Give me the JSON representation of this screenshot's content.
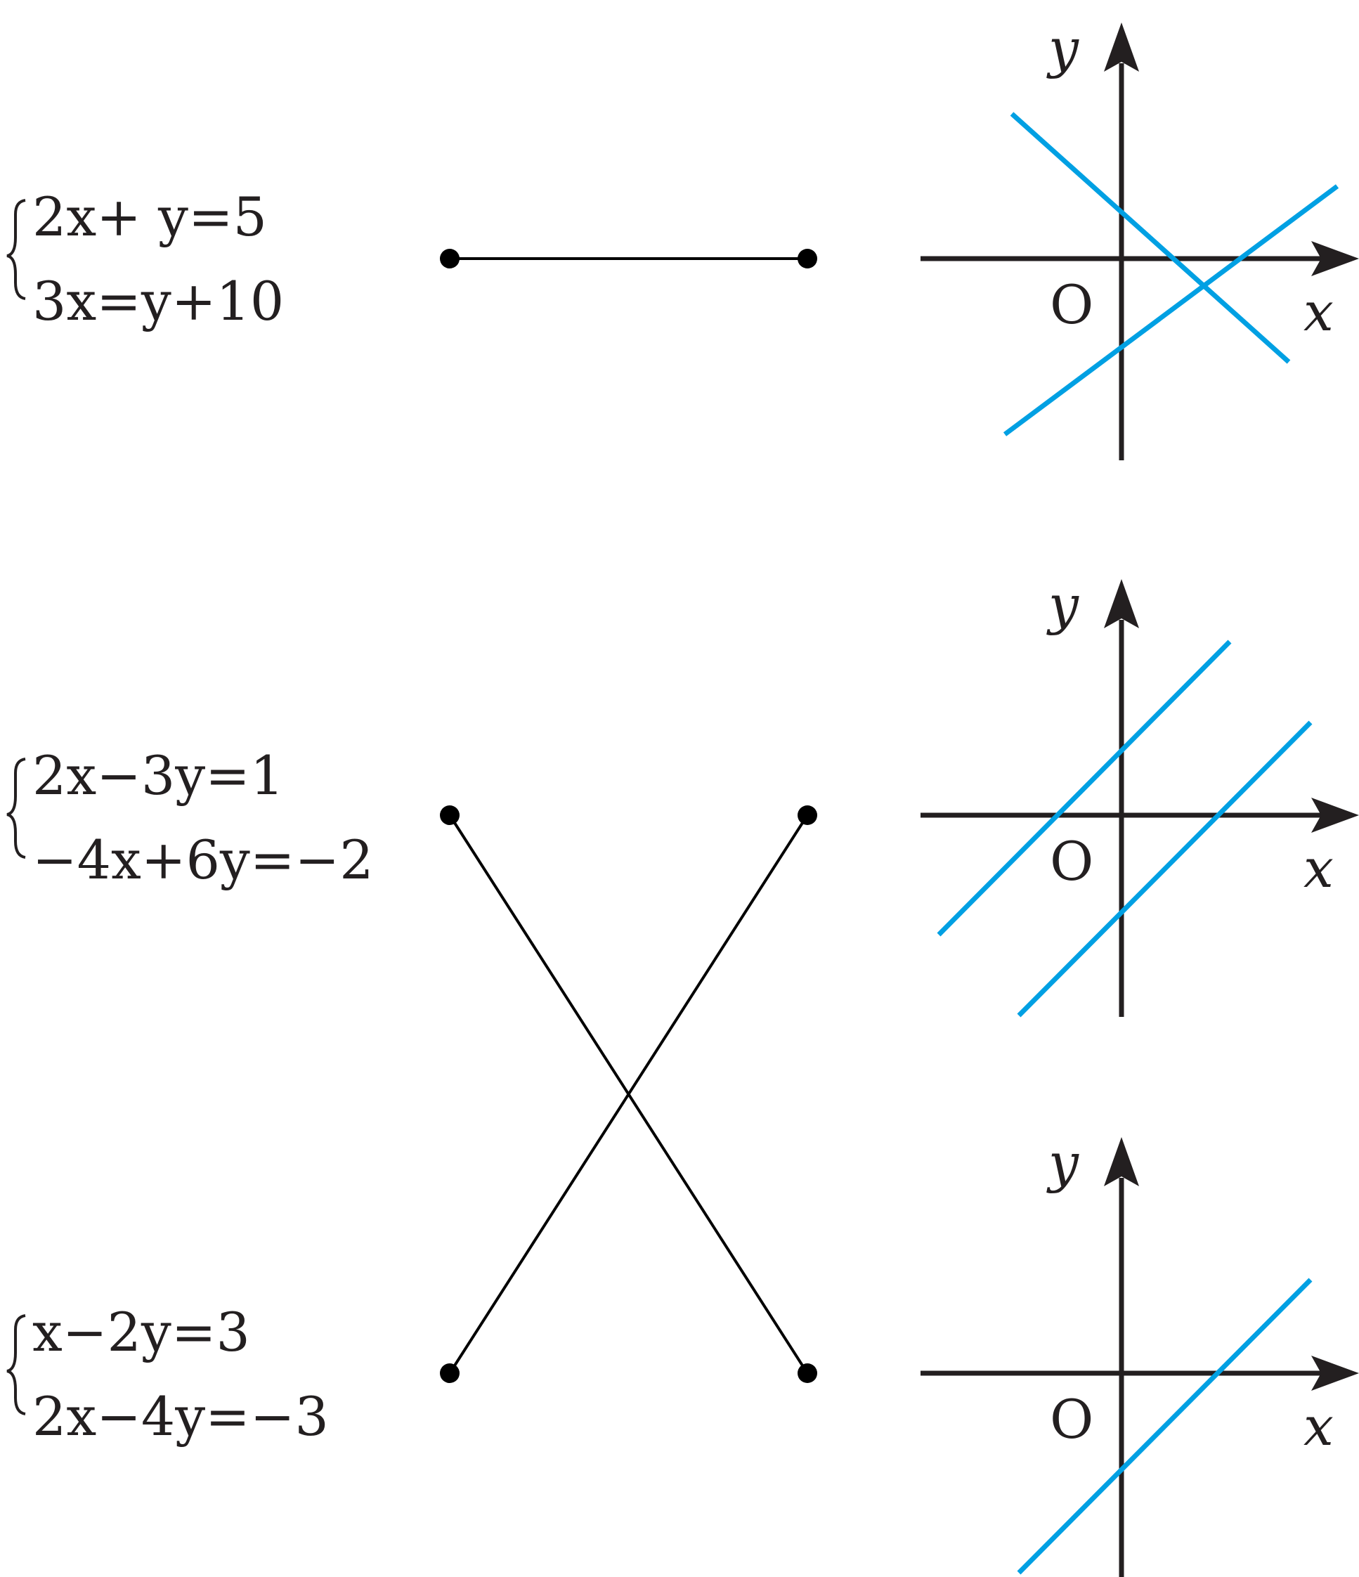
{
  "systems": [
    {
      "eq1": "2x+ y=5",
      "eq2": "3x=y+10"
    },
    {
      "eq1": "2x−3y=1",
      "eq2": "−4x+6y=−2"
    },
    {
      "eq1": "x−2y=3",
      "eq2": "2x−4y=−3"
    }
  ],
  "graphs": [
    {
      "x_label": "x",
      "y_label": "y",
      "origin_label": "O",
      "lines": "intersecting"
    },
    {
      "x_label": "x",
      "y_label": "y",
      "origin_label": "O",
      "lines": "parallel"
    },
    {
      "x_label": "x",
      "y_label": "y",
      "origin_label": "O",
      "lines": "single"
    }
  ],
  "connections": [
    {
      "from_system": 1,
      "to_graph": 1
    },
    {
      "from_system": 2,
      "to_graph": 3
    },
    {
      "from_system": 3,
      "to_graph": 2
    }
  ],
  "colors": {
    "ink": "#231f20",
    "line": "#00a0e3",
    "match": "#000000"
  }
}
